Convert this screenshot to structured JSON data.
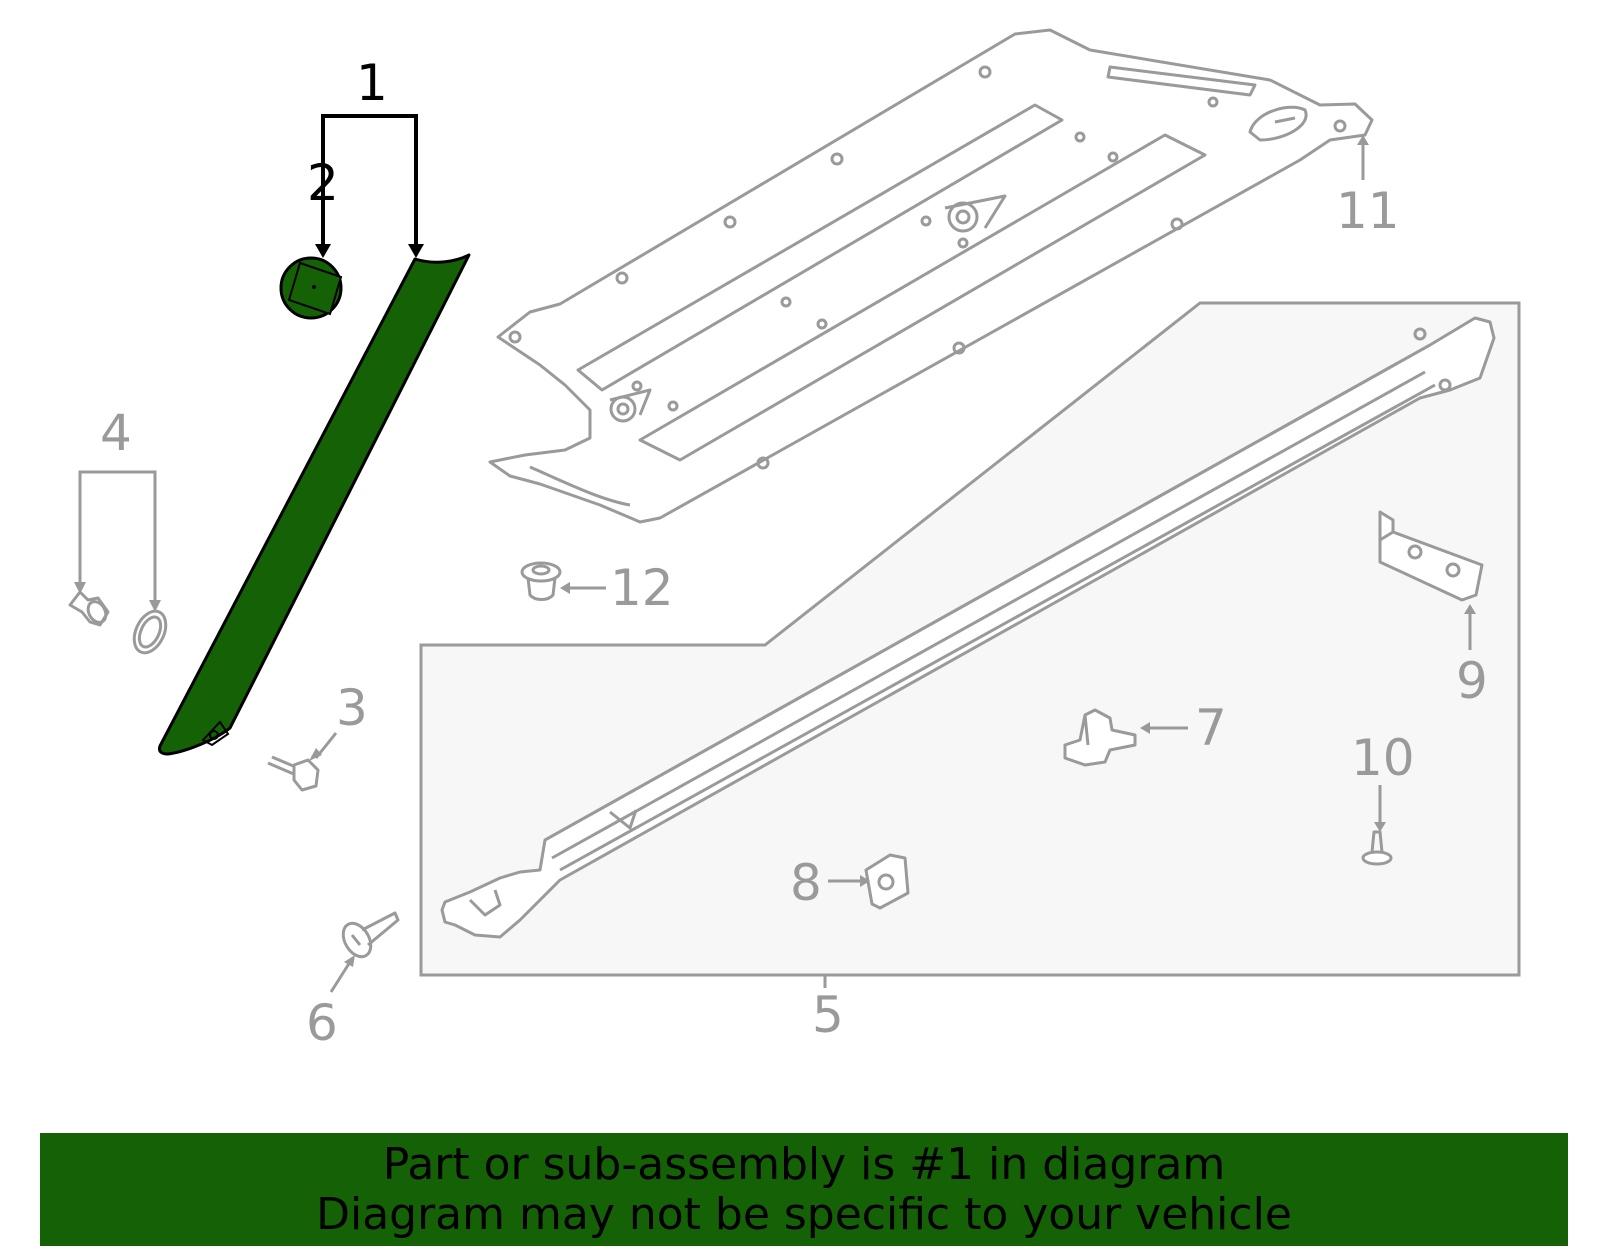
{
  "diagram": {
    "callouts": [
      {
        "id": "1",
        "label": "1",
        "highlighted": true
      },
      {
        "id": "2",
        "label": "2",
        "highlighted": true
      },
      {
        "id": "3",
        "label": "3",
        "highlighted": false
      },
      {
        "id": "4",
        "label": "4",
        "highlighted": false
      },
      {
        "id": "5",
        "label": "5",
        "highlighted": false
      },
      {
        "id": "6",
        "label": "6",
        "highlighted": false
      },
      {
        "id": "7",
        "label": "7",
        "highlighted": false
      },
      {
        "id": "8",
        "label": "8",
        "highlighted": false
      },
      {
        "id": "9",
        "label": "9",
        "highlighted": false
      },
      {
        "id": "10",
        "label": "10",
        "highlighted": false
      },
      {
        "id": "11",
        "label": "11",
        "highlighted": false
      },
      {
        "id": "12",
        "label": "12",
        "highlighted": false
      }
    ]
  },
  "banner": {
    "line1": "Part or sub-assembly is #1 in diagram",
    "line2": "Diagram may not be specific to your vehicle"
  },
  "colors": {
    "highlight": "#146205",
    "banner_bg": "#146205",
    "outline_gray": "#9a9a9a",
    "panel_bg": "#f7f7f7"
  },
  "icons": {
    "main_part": "pillar-molding-icon",
    "cap": "cover-cap-icon"
  }
}
